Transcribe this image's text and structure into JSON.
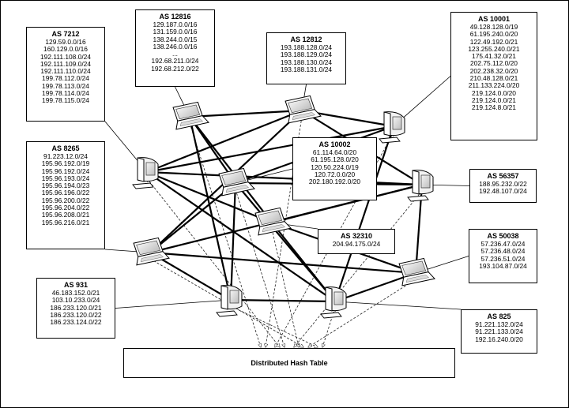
{
  "dht_label": "Distributed Hash Table",
  "as_boxes": [
    {
      "id": "as7212",
      "title": "AS 7212",
      "prefixes": [
        "129.59.0.0/16",
        "160.129.0.0/16",
        "192.111.108.0/24",
        "192.111.109.0/24",
        "192.111.110.0/24",
        "199.78.112.0/24",
        "199.78.113.0/24",
        "199.78.114.0/24",
        "199.78.115.0/24"
      ]
    },
    {
      "id": "as12816",
      "title": "AS 12816",
      "prefixes": [
        "129.187.0.0/16",
        "131.159.0.0/16",
        "138.244.0.0/15",
        "138.246.0.0/16",
        "...",
        "192.68.211.0/24",
        "192.68.212.0/22"
      ]
    },
    {
      "id": "as12812",
      "title": "AS 12812",
      "prefixes": [
        "193.188.128.0/24",
        "193.188.129.0/24",
        "193.188.130.0/24",
        "193.188.131.0/24"
      ]
    },
    {
      "id": "as10001",
      "title": "AS 10001",
      "prefixes": [
        "49.128.128.0/19",
        "61.195.240.0/20",
        "122.49.192.0/21",
        "123.255.240.0/21",
        "175.41.32.0/21",
        "202.75.112.0/20",
        "202.238.32.0/20",
        "210.48.128.0/21",
        "211.133.224.0/20",
        "219.124.0.0/20",
        "219.124.0.0/21",
        "219.124.8.0/21"
      ]
    },
    {
      "id": "as8265",
      "title": "AS 8265",
      "prefixes": [
        "91.223.12.0/24",
        "195.96.192.0/19",
        "195.96.192.0/24",
        "195.96.193.0/24",
        "195.96.194.0/23",
        "195.96.196.0/22",
        "195.96.200.0/22",
        "195.96.204.0/22",
        "195.96.208.0/21",
        "195.96.216.0/21"
      ]
    },
    {
      "id": "as10002",
      "title": "AS 10002",
      "prefixes": [
        "61.114.64.0/20",
        "61.195.128.0/20",
        "120.50.224.0/19",
        "120.72.0.0/20",
        "202.180.192.0/20"
      ]
    },
    {
      "id": "as56357",
      "title": "AS 56357",
      "prefixes": [
        "188.95.232.0/22",
        "192.48.107.0/24"
      ]
    },
    {
      "id": "as32310",
      "title": "AS 32310",
      "prefixes": [
        "204.94.175.0/24"
      ]
    },
    {
      "id": "as50038",
      "title": "AS 50038",
      "prefixes": [
        "57.236.47.0/24",
        "57.236.48.0/24",
        "57.236.51.0/24",
        "193.104.87.0/24"
      ]
    },
    {
      "id": "as931",
      "title": "AS 931",
      "prefixes": [
        "46.183.152.0/21",
        "103.10.233.0/24",
        "186.233.120.0/21",
        "186.233.120.0/22",
        "186.233.124.0/22"
      ]
    },
    {
      "id": "as825",
      "title": "AS 825",
      "prefixes": [
        "91.221.132.0/24",
        "91.221.133.0/24",
        "192.16.240.0/20"
      ]
    }
  ],
  "nodes": [
    {
      "id": "laptop-as12816",
      "kind": "laptop"
    },
    {
      "id": "laptop-as12812",
      "kind": "laptop"
    },
    {
      "id": "desktop-as10001",
      "kind": "desktop"
    },
    {
      "id": "desktop-as8265",
      "kind": "desktop"
    },
    {
      "id": "laptop-as10002",
      "kind": "laptop"
    },
    {
      "id": "desktop-as56357",
      "kind": "desktop"
    },
    {
      "id": "laptop-as32310",
      "kind": "laptop"
    },
    {
      "id": "laptop-left",
      "kind": "laptop"
    },
    {
      "id": "laptop-as50038",
      "kind": "laptop"
    },
    {
      "id": "desktop-as931",
      "kind": "desktop"
    },
    {
      "id": "desktop-as825",
      "kind": "desktop"
    }
  ],
  "links": [
    [
      "laptop-as12816",
      "laptop-as12812"
    ],
    [
      "laptop-as12816",
      "laptop-as10002"
    ],
    [
      "laptop-as12816",
      "desktop-as931"
    ],
    [
      "laptop-as12816",
      "laptop-as32310"
    ],
    [
      "laptop-as12812",
      "desktop-as10001"
    ],
    [
      "laptop-as12812",
      "desktop-as8265"
    ],
    [
      "laptop-as12812",
      "laptop-left"
    ],
    [
      "laptop-as12812",
      "desktop-as56357"
    ],
    [
      "desktop-as10001",
      "desktop-as8265"
    ],
    [
      "desktop-as10001",
      "desktop-as825"
    ],
    [
      "desktop-as10001",
      "laptop-as10002"
    ],
    [
      "desktop-as8265",
      "desktop-as56357"
    ],
    [
      "desktop-as8265",
      "desktop-as825"
    ],
    [
      "desktop-as8265",
      "laptop-as32310"
    ],
    [
      "laptop-as10002",
      "desktop-as56357"
    ],
    [
      "laptop-as10002",
      "laptop-left"
    ],
    [
      "desktop-as56357",
      "laptop-left"
    ],
    [
      "desktop-as56357",
      "laptop-as50038"
    ],
    [
      "desktop-as56357",
      "laptop-as32310"
    ],
    [
      "laptop-as32310",
      "laptop-as50038"
    ],
    [
      "laptop-as32310",
      "desktop-as825"
    ],
    [
      "laptop-left",
      "laptop-as50038"
    ],
    [
      "laptop-left",
      "desktop-as931"
    ],
    [
      "laptop-as50038",
      "desktop-as825"
    ],
    [
      "desktop-as931",
      "desktop-as825"
    ],
    [
      "desktop-as931",
      "laptop-as10002"
    ],
    [
      "desktop-as825",
      "laptop-as10002"
    ]
  ],
  "dht_links": [
    "laptop-as12816",
    "laptop-as12812",
    "desktop-as10001",
    "desktop-as8265",
    "laptop-as10002",
    "desktop-as56357",
    "laptop-as32310",
    "laptop-left",
    "laptop-as50038",
    "desktop-as931",
    "desktop-as825"
  ],
  "leaders": [
    [
      "as7212",
      "desktop-as8265"
    ],
    [
      "as12816",
      "laptop-as12816"
    ],
    [
      "as12812",
      "laptop-as12812"
    ],
    [
      "as10001",
      "desktop-as10001"
    ],
    [
      "as8265",
      "laptop-left"
    ],
    [
      "as10002",
      "laptop-as10002"
    ],
    [
      "as56357",
      "desktop-as56357"
    ],
    [
      "as32310",
      "laptop-as32310"
    ],
    [
      "as50038",
      "laptop-as50038"
    ],
    [
      "as931",
      "desktop-as931"
    ],
    [
      "as825",
      "desktop-as825"
    ]
  ]
}
